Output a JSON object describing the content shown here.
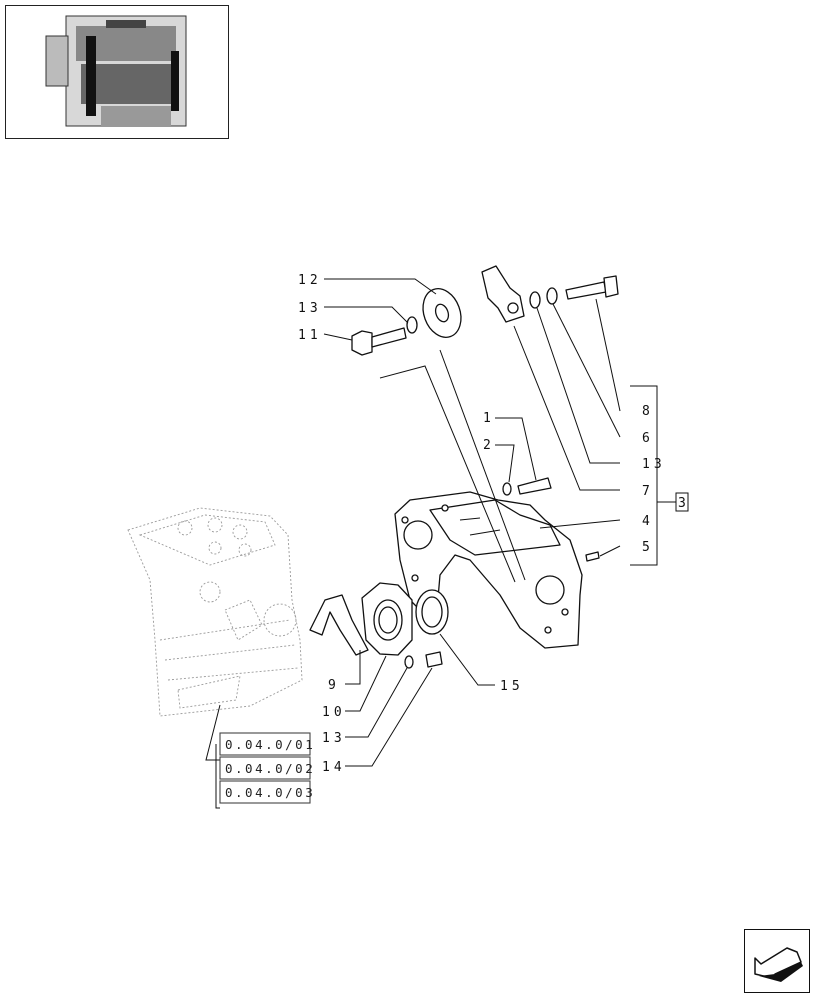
{
  "callouts": {
    "c12": "12",
    "c13a": "13",
    "c11": "11",
    "c8": "8",
    "c6": "6",
    "c13b": "13",
    "c7": "7",
    "c1": "1",
    "c2": "2",
    "c4": "4",
    "c5": "5",
    "c9": "9",
    "c10": "10",
    "c13c": "13",
    "c14": "14",
    "c15": "15",
    "group": "3"
  },
  "references": [
    "0.04.0/01",
    "0.04.0/02",
    "0.04.0/03"
  ],
  "icons": {
    "navigation": "arrow-next-page-icon",
    "thumbnail": "engine-thumbnail-icon"
  }
}
